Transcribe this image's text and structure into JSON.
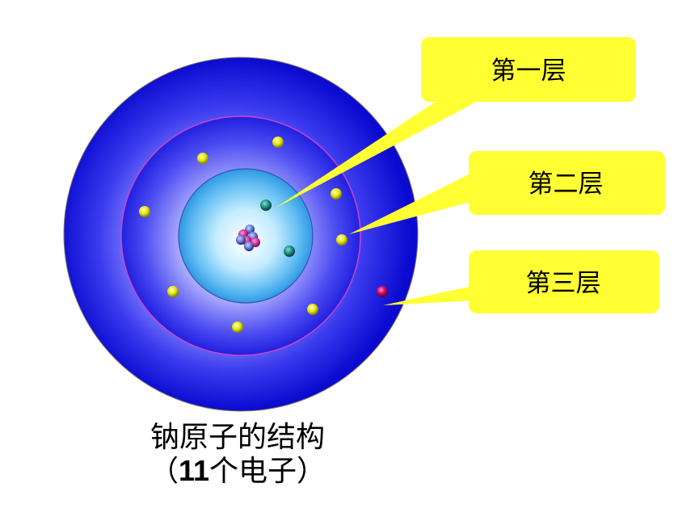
{
  "callouts": [
    {
      "label": "第一层"
    },
    {
      "label": "第二层"
    },
    {
      "label": "第三层"
    }
  ],
  "caption": {
    "line1": "钠原子的结构",
    "line2_open": "（",
    "line2_number": "11",
    "line2_rest": "个电子）"
  },
  "colors": {
    "outer_shell_edge": "#0000cc",
    "outer_shell_center": "#ffffff",
    "inner_core_center": "#e0f7ff",
    "inner_core_edge": "#3aa0e8",
    "callout_fill": "#ffff33",
    "outer_electron": "#e8e800",
    "inner_electron": "#1a8a8a",
    "valence_electron": "#cc0066",
    "ring_outline": "#cc33cc"
  }
}
